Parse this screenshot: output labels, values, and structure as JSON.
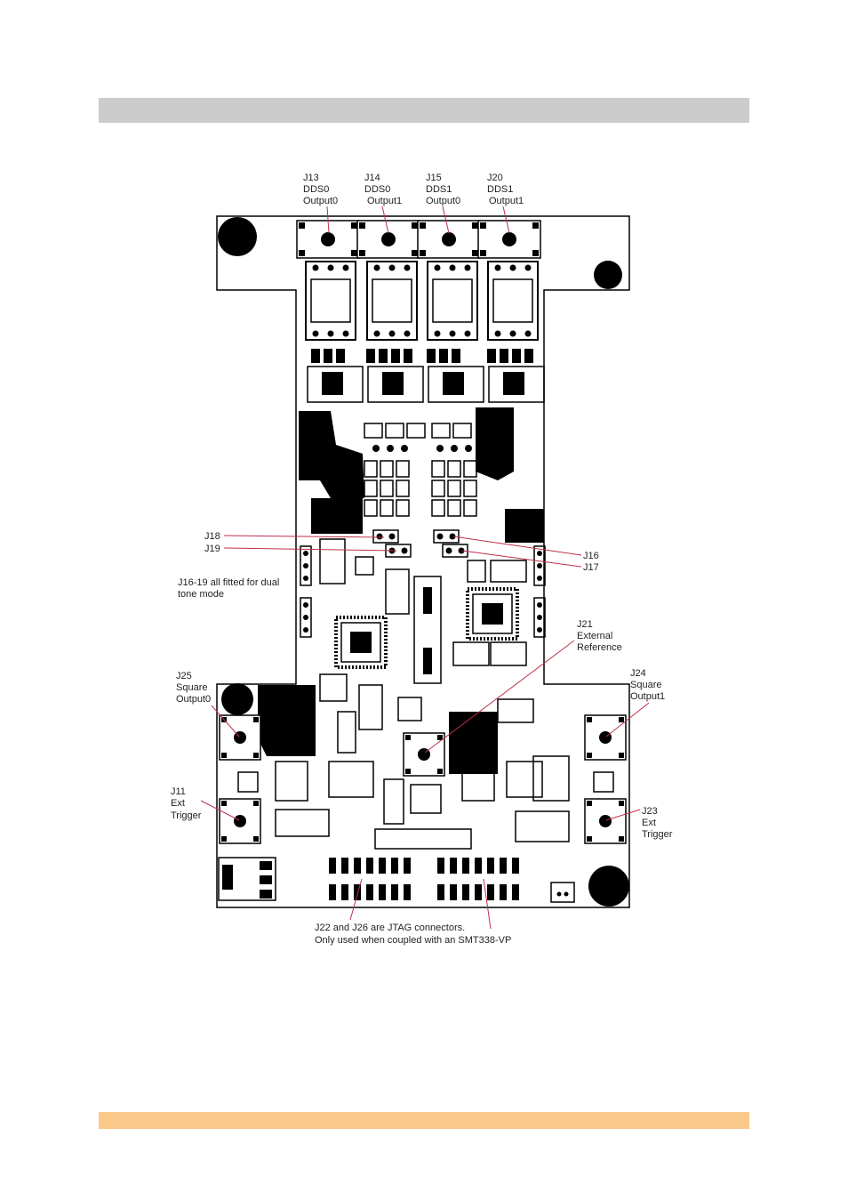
{
  "colors": {
    "header_bar": "#cccccc",
    "footer_bar": "#fac98a",
    "ink": "#000000",
    "leader": "#c0304a"
  },
  "labels": {
    "j13": [
      "J13",
      "DDS0",
      "Output0"
    ],
    "j14": [
      "J14",
      "DDS0",
      "Output1"
    ],
    "j15": [
      "J15",
      "DDS1",
      "Output0"
    ],
    "j20": [
      "J20",
      "DDS1",
      "Output1"
    ],
    "j18": [
      "J18"
    ],
    "j19": [
      "J19"
    ],
    "j16": [
      "J16"
    ],
    "j17": [
      "J17"
    ],
    "dual_tone": [
      "J16-19 all fitted for dual",
      "tone mode"
    ],
    "j21": [
      "J21",
      "External",
      "Reference"
    ],
    "j25": [
      "J25",
      "Square",
      "Output0"
    ],
    "j24": [
      "J24",
      "Square",
      "Output1"
    ],
    "j11": [
      "J11",
      "Ext",
      "Trigger"
    ],
    "j23": [
      "J23",
      "Ext",
      "Trigger"
    ],
    "jtag": [
      "J22 and J26 are JTAG connectors.",
      "Only used when coupled with an SMT338-VP"
    ]
  }
}
